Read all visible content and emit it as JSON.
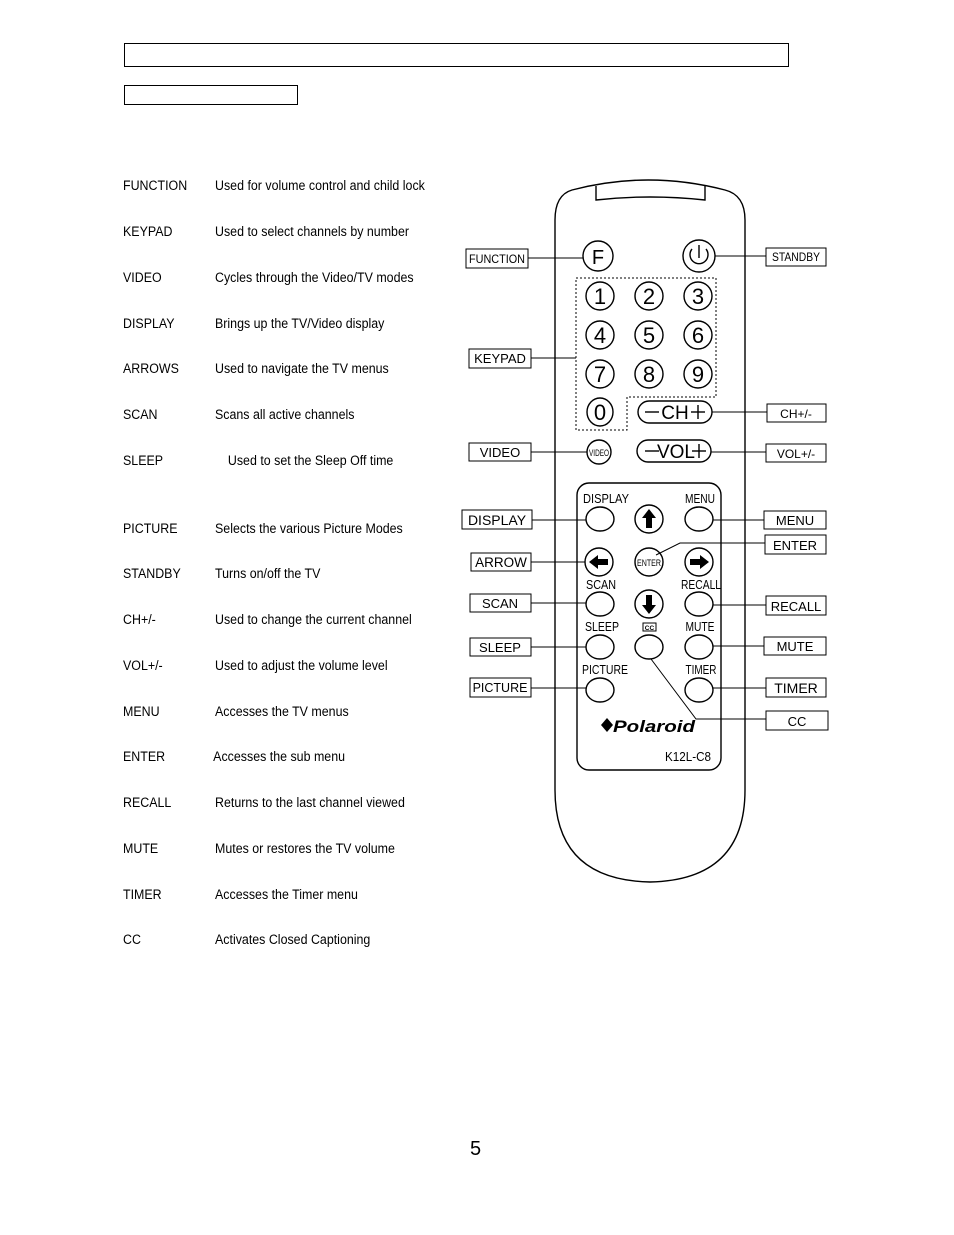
{
  "page_number": "5",
  "functions": [
    {
      "key": "FUNCTION",
      "desc": "Used for volume control and child lock"
    },
    {
      "key": "KEYPAD",
      "desc": "Used to select channels by number"
    },
    {
      "key": "VIDEO",
      "desc": "Cycles through the Video/TV modes"
    },
    {
      "key": "DISPLAY",
      "desc": "Brings up the TV/Video display"
    },
    {
      "key": "ARROWS",
      "desc": "Used to navigate the TV menus"
    },
    {
      "key": "SCAN",
      "desc": "Scans all active channels"
    },
    {
      "key": "SLEEP",
      "desc": "Used to set the Sleep Off time"
    },
    {
      "key": "PICTURE",
      "desc": "Selects the various Picture Modes"
    },
    {
      "key": "STANDBY",
      "desc": "Turns on/off the TV"
    },
    {
      "key": "CH+/-",
      "desc": "Used to change the current channel"
    },
    {
      "key": "VOL+/-",
      "desc": "Used to adjust the volume level"
    },
    {
      "key": "MENU",
      "desc": "Accesses the TV menus"
    },
    {
      "key": "ENTER",
      "desc": "Accesses the sub menu"
    },
    {
      "key": "RECALL",
      "desc": "Returns to the last channel viewed"
    },
    {
      "key": "MUTE",
      "desc": "Mutes or restores the TV volume"
    },
    {
      "key": "TIMER",
      "desc": "Accesses the Timer menu"
    },
    {
      "key": "CC",
      "desc": "Activates Closed Captioning"
    }
  ],
  "callouts": {
    "function": "FUNCTION",
    "keypad": "KEYPAD",
    "video": "VIDEO",
    "display": "DISPLAY",
    "arrow": "ARROW",
    "scan": "SCAN",
    "sleep": "SLEEP",
    "picture": "PICTURE",
    "standby": "STANDBY",
    "ch": "CH+/-",
    "vol": "VOL+/-",
    "menu": "MENU",
    "enter": "ENTER",
    "recall": "RECALL",
    "mute": "MUTE",
    "timer": "TIMER",
    "cc": "CC"
  },
  "remote": {
    "digits": [
      "1",
      "2",
      "3",
      "4",
      "5",
      "6",
      "7",
      "8",
      "9",
      "0"
    ],
    "function_key": "F",
    "ch_key": "CH",
    "vol_key": "VOL",
    "video_key": "VIDEO",
    "enter_key": "ENTER",
    "cc_key": "CC",
    "button_labels": {
      "display": "DISPLAY",
      "menu": "MENU",
      "scan": "SCAN",
      "recall": "RECALL",
      "sleep": "SLEEP",
      "mute": "MUTE",
      "picture": "PICTURE",
      "timer": "TIMER"
    },
    "brand": "Polaroid",
    "model": "K12L-C8"
  }
}
